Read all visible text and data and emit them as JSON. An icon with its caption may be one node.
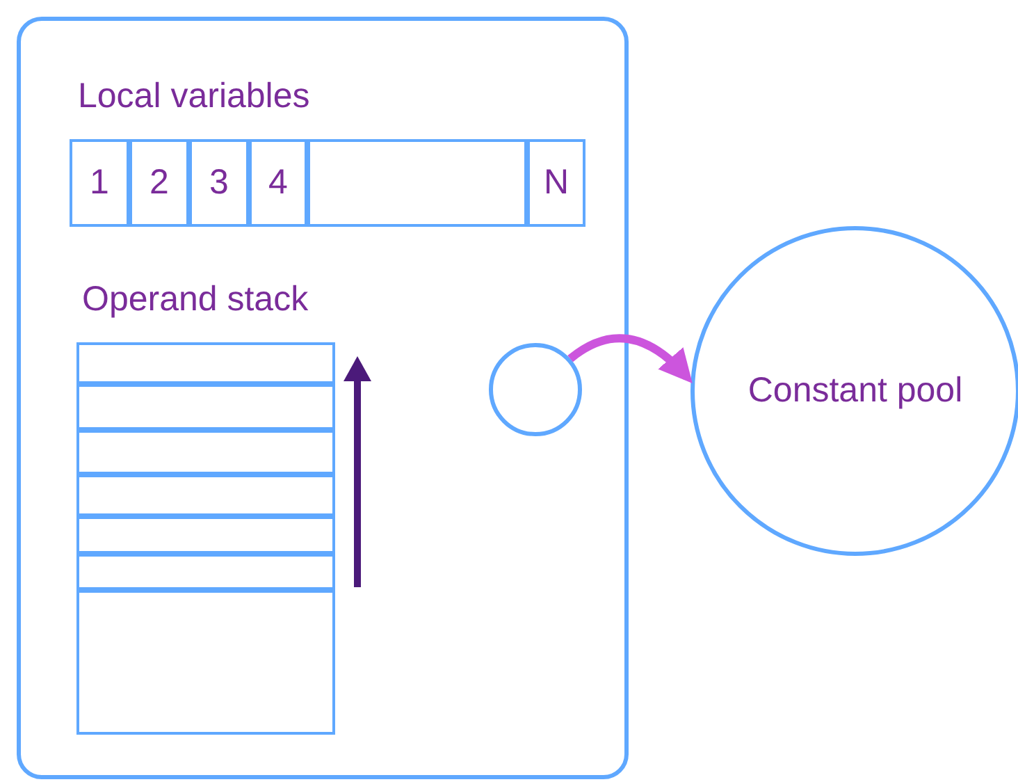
{
  "diagram": {
    "nodes": [
      {
        "text": [],
        "shape": "box"
      },
      {
        "text": [
          "Local variables"
        ],
        "in": 0
      },
      {
        "text": [
          "1"
        ],
        "in": 1
      },
      {
        "text": [
          "2"
        ],
        "in": 1
      },
      {
        "text": [
          "3"
        ],
        "in": 1
      },
      {
        "text": [
          "4"
        ],
        "in": 1
      },
      {
        "text": [],
        "shape": "box",
        "in": 1
      },
      {
        "text": [
          "N"
        ],
        "in": 1
      },
      {
        "text": [
          "Operand stack"
        ],
        "in": 0
      },
      {
        "text": [],
        "shape": "box",
        "in": 8
      },
      {
        "text": [],
        "shape": "box",
        "in": 8
      },
      {
        "text": [],
        "shape": "box",
        "in": 8
      },
      {
        "text": [],
        "shape": "box",
        "in": 8
      },
      {
        "text": [],
        "shape": "box",
        "in": 8
      },
      {
        "text": [],
        "shape": "box",
        "in": 8
      },
      {
        "text": [],
        "shape": "box",
        "in": 8
      },
      {
        "text": [],
        "shape": "circle",
        "in": 0
      },
      {
        "text": [
          "Constant pool"
        ]
      }
    ],
    "edges": [
      {
        "from": 16,
        "to": 17,
        "arrow": "to"
      }
    ]
  }
}
